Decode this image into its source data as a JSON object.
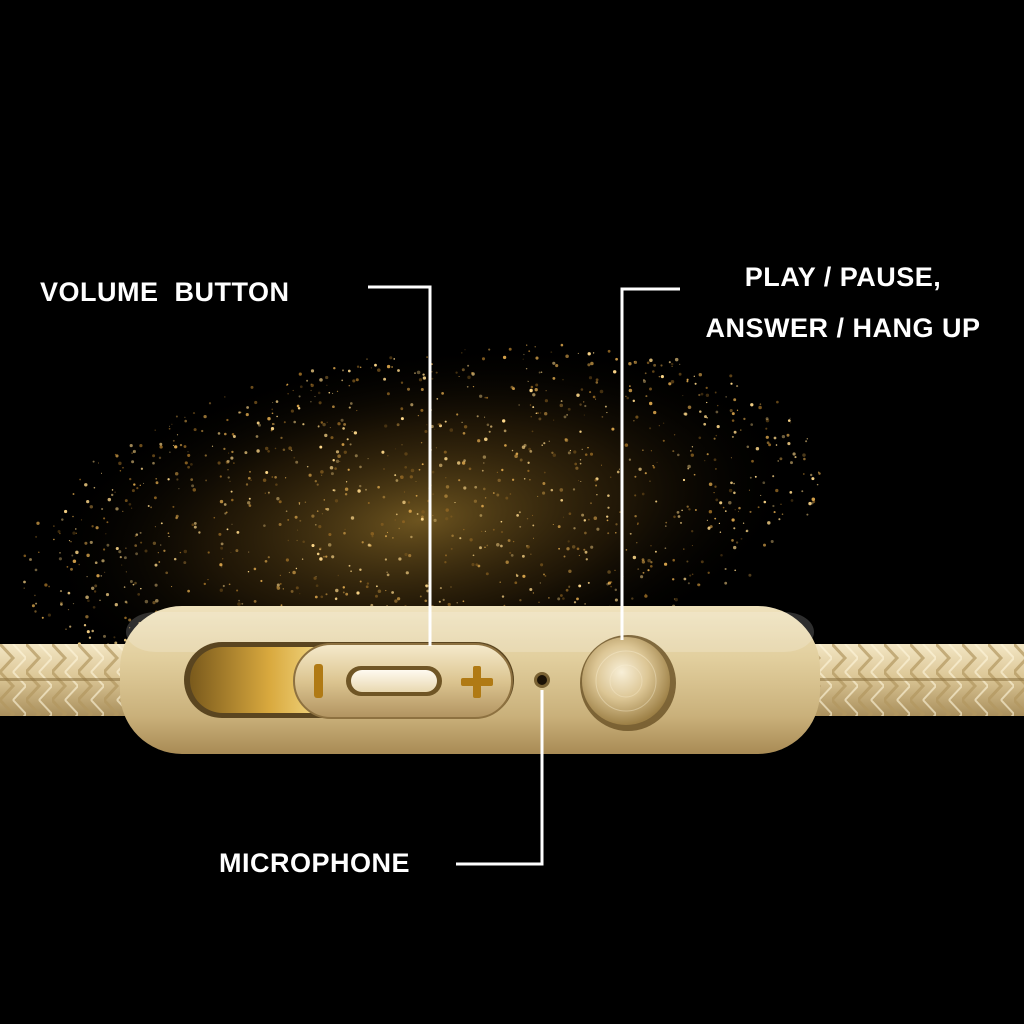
{
  "labels": {
    "volume_button": "VOLUME  BUTTON",
    "play_pause_line1": "PLAY / PAUSE,",
    "play_pause_line2": "ANSWER / HANG UP",
    "microphone": "MICROPHONE"
  },
  "icons": {
    "volume_down": "minus-icon",
    "volume_up": "plus-icon",
    "microphone": "microphone-hole-icon",
    "play_pause": "round-button-icon"
  },
  "colors": {
    "background": "#000000",
    "gold_light": "#f1e1b8",
    "gold_mid": "#d9c08a",
    "gold_dark": "#9c7f45",
    "accent_gold": "#b8860b",
    "label_text": "#ffffff",
    "leader_line": "#ffffff"
  }
}
